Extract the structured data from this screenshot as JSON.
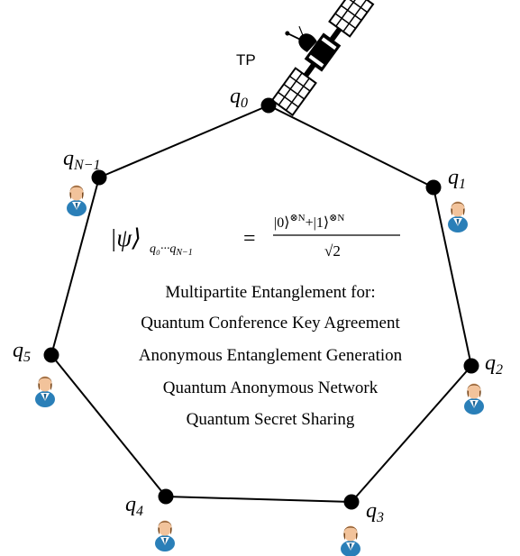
{
  "satellite": {
    "label": "TP",
    "icon": "satellite-icon"
  },
  "nodes": [
    {
      "id": "q0",
      "base": "q",
      "sub": "0"
    },
    {
      "id": "q1",
      "base": "q",
      "sub": "1"
    },
    {
      "id": "q2",
      "base": "q",
      "sub": "2"
    },
    {
      "id": "q3",
      "base": "q",
      "sub": "3"
    },
    {
      "id": "q4",
      "base": "q",
      "sub": "4"
    },
    {
      "id": "q5",
      "base": "q",
      "sub": "5"
    },
    {
      "id": "qN-1",
      "base": "q",
      "sub": "N−1"
    }
  ],
  "user_icon": "user-avatar-icon",
  "state": {
    "ket": "|ψ⟩",
    "ket_sub": "q₀···q",
    "ket_sub_tail": "N−1",
    "equals": "=",
    "numerator_a": "|0⟩",
    "numerator_a_sup": "⊗N",
    "plus": "+",
    "numerator_b": "|1⟩",
    "numerator_b_sup": "⊗N",
    "denominator": "√2"
  },
  "description": {
    "heading": "Multipartite Entanglement for:",
    "items": [
      "Quantum Conference Key Agreement",
      "Anonymous Entanglement Generation",
      "Quantum Anonymous Network",
      "Quantum Secret Sharing"
    ]
  },
  "colors": {
    "edge": "#000000",
    "node": "#000000",
    "user_shirt": "#2a7fb8",
    "user_skin": "#f2c39b",
    "user_hair": "#7a4a1f",
    "satellite_body": "#000000"
  }
}
